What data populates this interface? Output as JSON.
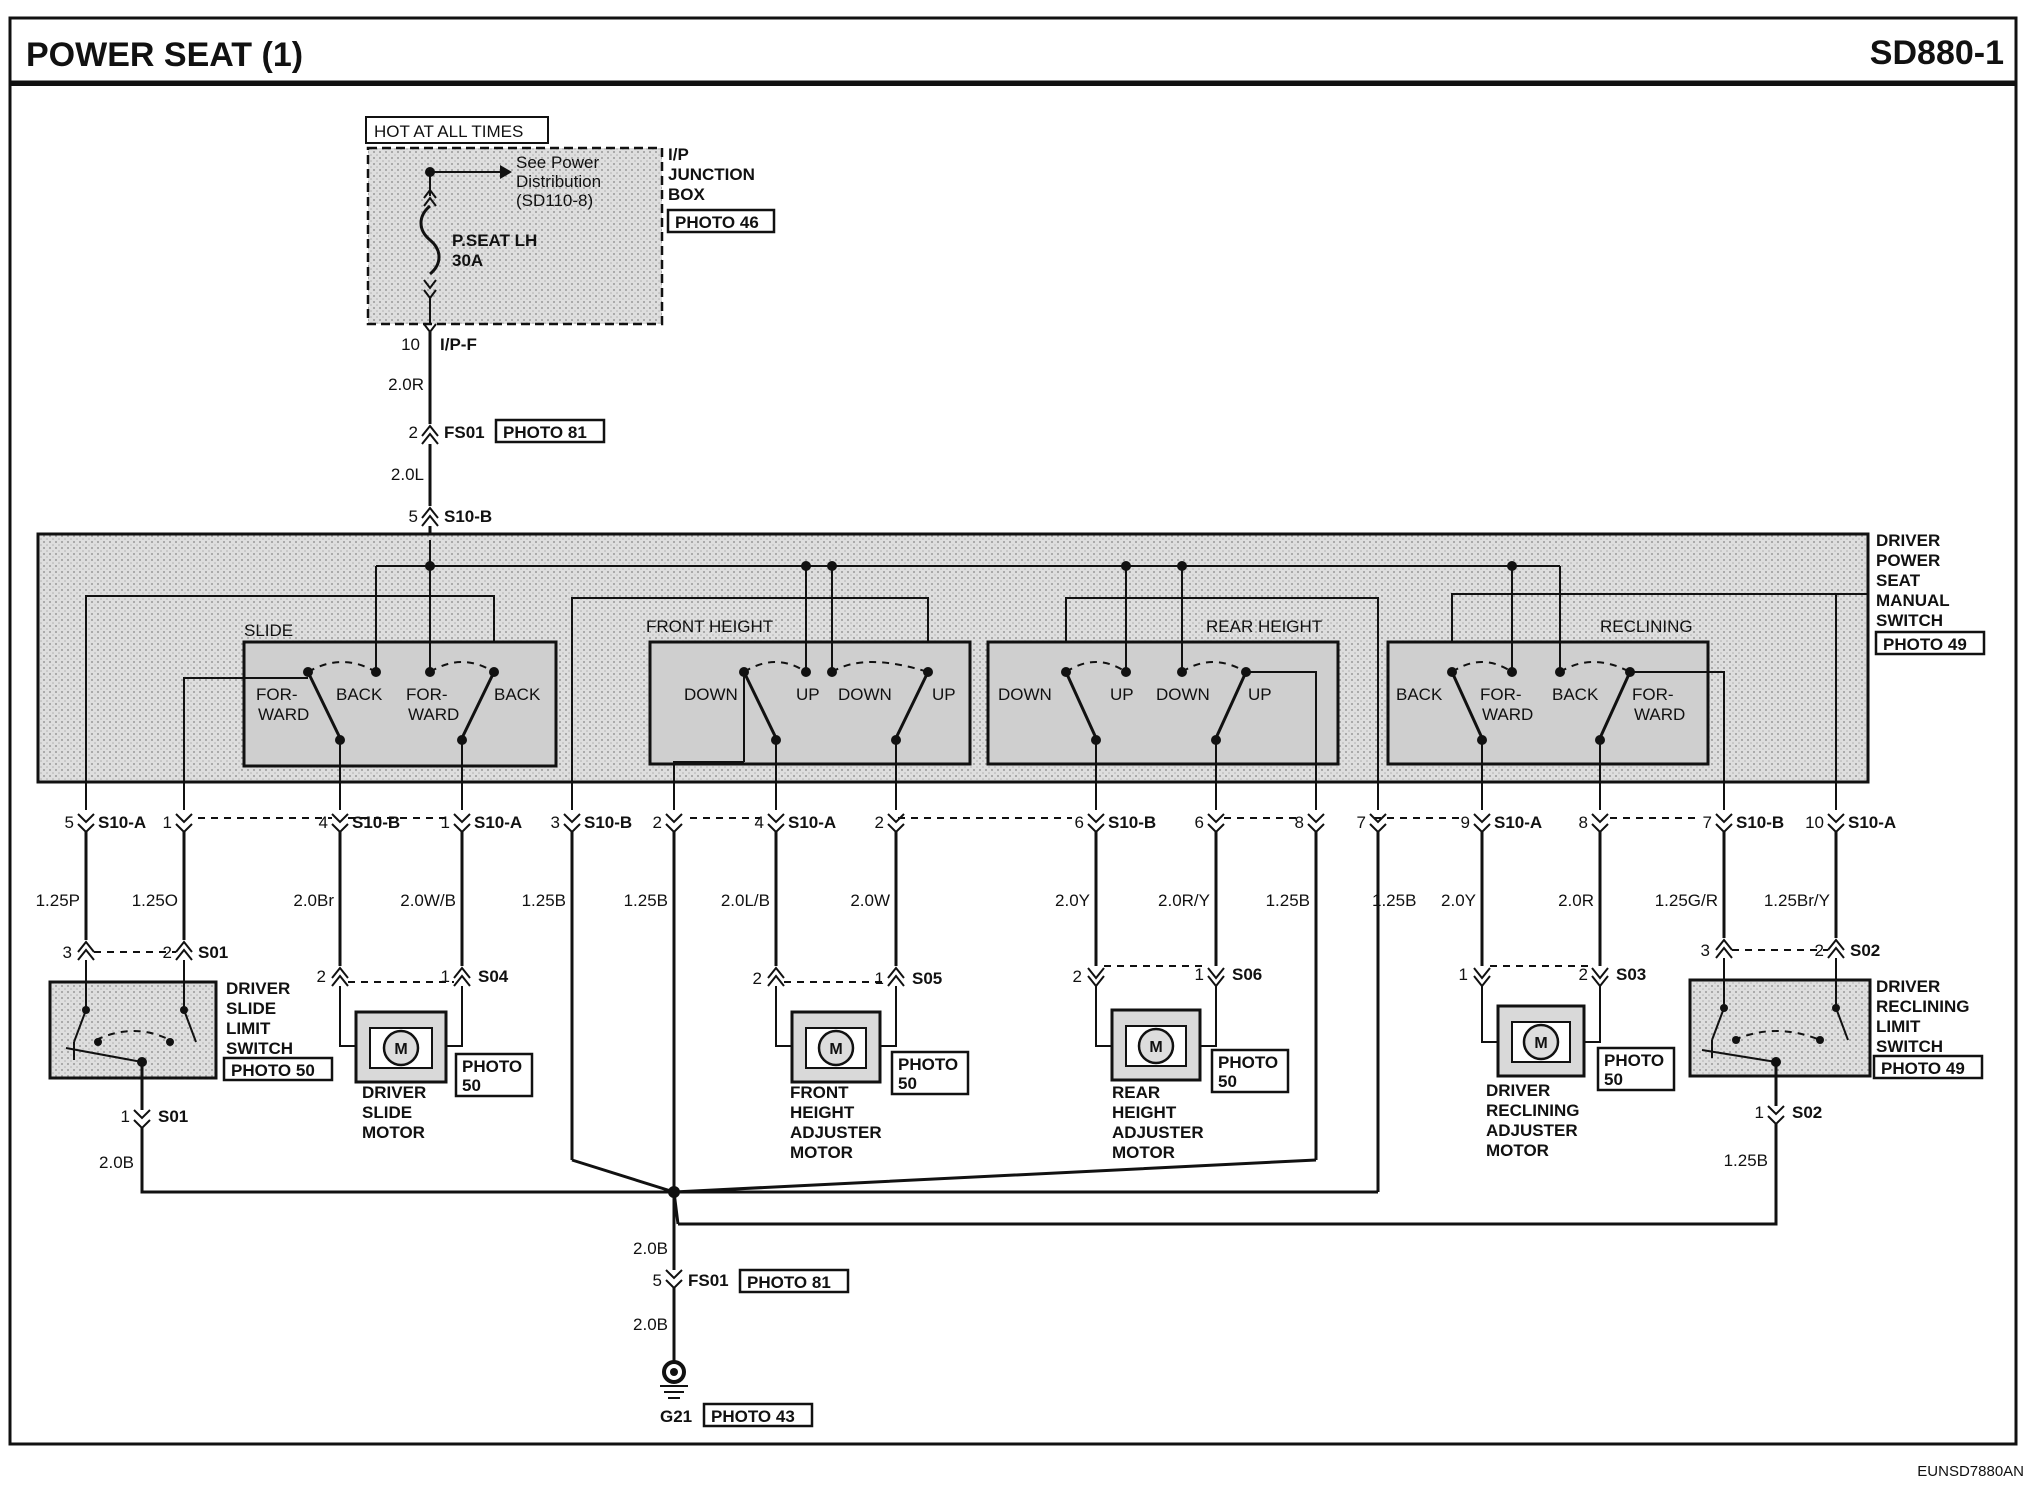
{
  "header": {
    "title": "POWER SEAT (1)",
    "code": "SD880-1"
  },
  "footer": {
    "ref": "EUNSD7880AN"
  },
  "junction_box": {
    "hot_label": "HOT AT ALL TIMES",
    "see_line1": "See Power",
    "see_line2": "Distribution",
    "see_line3": "(SD110-8)",
    "name_line1": "I/P",
    "name_line2": "JUNCTION",
    "name_line3": "BOX",
    "photo": "PHOTO 46",
    "fuse_line1": "P.SEAT LH",
    "fuse_line2": "30A"
  },
  "feed": {
    "pin_ipf": "10",
    "conn_ipf": "I/P-F",
    "wire1": "2.0R",
    "pin_fs01": "2",
    "conn_fs01": "FS01",
    "photo_fs01": "PHOTO 81",
    "wire2": "2.0L",
    "pin_s10b": "5",
    "conn_s10b": "S10-B"
  },
  "switch": {
    "name_line1": "DRIVER",
    "name_line2": "POWER",
    "name_line3": "SEAT",
    "name_line4": "MANUAL",
    "name_line5": "SWITCH",
    "photo": "PHOTO 49",
    "slide": "SLIDE",
    "front_height": "FRONT HEIGHT",
    "rear_height": "REAR HEIGHT",
    "reclining": "RECLINING",
    "for": "FOR-",
    "ward": "WARD",
    "back": "BACK",
    "down": "DOWN",
    "up": "UP"
  },
  "pins": [
    {
      "pin": "5",
      "conn": "S10-A"
    },
    {
      "pin": "1",
      "conn": ""
    },
    {
      "pin": "4",
      "conn": "S10-B"
    },
    {
      "pin": "1",
      "conn": "S10-A"
    },
    {
      "pin": "3",
      "conn": "S10-B"
    },
    {
      "pin": "2",
      "conn": ""
    },
    {
      "pin": "4",
      "conn": "S10-A"
    },
    {
      "pin": "2",
      "conn": ""
    },
    {
      "pin": "6",
      "conn": "S10-B"
    },
    {
      "pin": "6",
      "conn": ""
    },
    {
      "pin": "8",
      "conn": ""
    },
    {
      "pin": "7",
      "conn": ""
    },
    {
      "pin": "9",
      "conn": "S10-A"
    },
    {
      "pin": "8",
      "conn": ""
    },
    {
      "pin": "7",
      "conn": "S10-B"
    },
    {
      "pin": "10",
      "conn": "S10-A"
    }
  ],
  "wires": [
    "1.25P",
    "1.25O",
    "2.0Br",
    "2.0W/B",
    "1.25B",
    "1.25B",
    "2.0L/B",
    "2.0W",
    "2.0Y",
    "2.0R/Y",
    "1.25B",
    "1.25B",
    "2.0Y",
    "2.0R",
    "1.25G/R",
    "1.25Br/Y"
  ],
  "slide_limit": {
    "pin_a": "3",
    "pin_b": "2",
    "conn": "S01",
    "name_line1": "DRIVER",
    "name_line2": "SLIDE",
    "name_line3": "LIMIT",
    "name_line4": "SWITCH",
    "photo": "PHOTO 50",
    "pin_gnd": "1",
    "conn_gnd": "S01",
    "wire_gnd": "2.0B"
  },
  "recline_limit": {
    "pin_a": "3",
    "pin_b": "2",
    "conn": "S02",
    "name_line1": "DRIVER",
    "name_line2": "RECLINING",
    "name_line3": "LIMIT",
    "name_line4": "SWITCH",
    "photo": "PHOTO 49",
    "pin_gnd": "1",
    "conn_gnd": "S02",
    "wire_gnd": "1.25B"
  },
  "motors": [
    {
      "pin_a": "2",
      "pin_b": "1",
      "conn": "S04",
      "symbol": "M",
      "line1": "DRIVER",
      "line2": "SLIDE",
      "line3": "MOTOR",
      "line4": "",
      "photo1": "PHOTO",
      "photo2": "50"
    },
    {
      "pin_a": "2",
      "pin_b": "1",
      "conn": "S05",
      "symbol": "M",
      "line1": "FRONT",
      "line2": "HEIGHT",
      "line3": "ADJUSTER",
      "line4": "MOTOR",
      "photo1": "PHOTO",
      "photo2": "50"
    },
    {
      "pin_a": "2",
      "pin_b": "1",
      "conn": "S06",
      "symbol": "M",
      "line1": "REAR",
      "line2": "HEIGHT",
      "line3": "ADJUSTER",
      "line4": "MOTOR",
      "photo1": "PHOTO",
      "photo2": "50"
    },
    {
      "pin_a": "1",
      "pin_b": "2",
      "conn": "S03",
      "symbol": "M",
      "line1": "DRIVER",
      "line2": "RECLINING",
      "line3": "ADJUSTER",
      "line4": "MOTOR",
      "photo1": "PHOTO",
      "photo2": "50"
    }
  ],
  "ground": {
    "wire1": "2.0B",
    "pin_fs01": "5",
    "conn_fs01": "FS01",
    "photo_fs01": "PHOTO 81",
    "wire2": "2.0B",
    "name": "G21",
    "photo": "PHOTO 43"
  }
}
